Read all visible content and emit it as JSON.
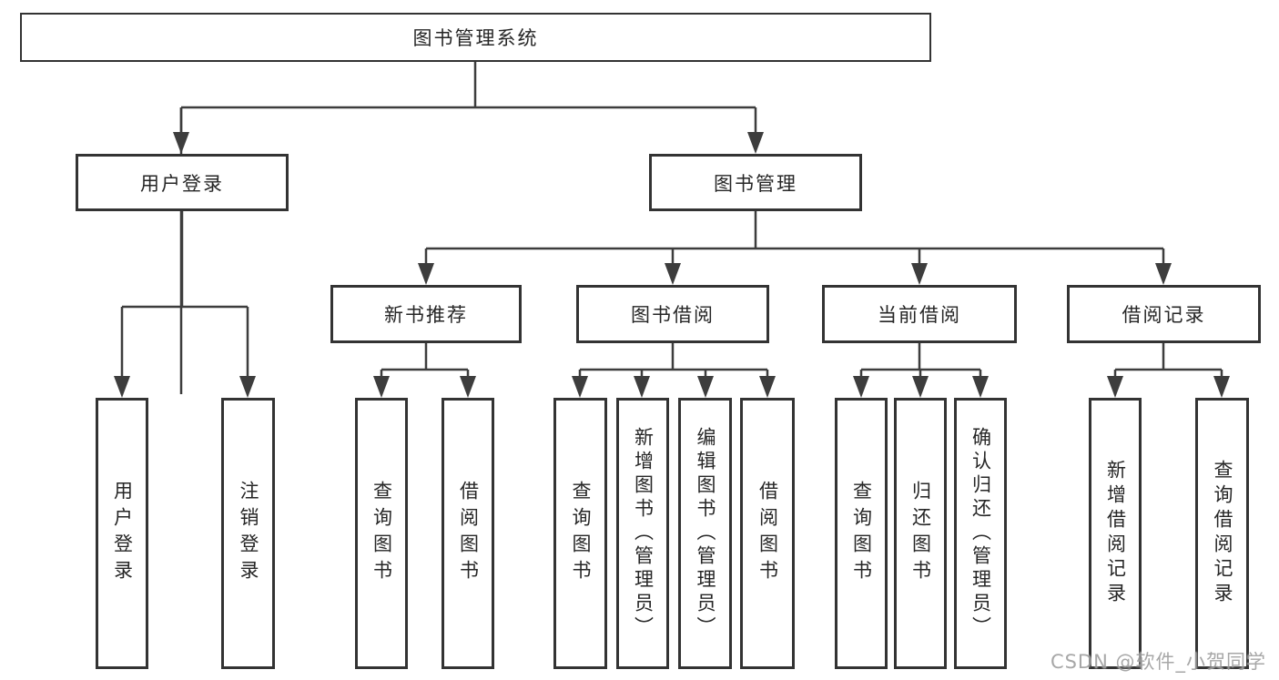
{
  "diagram": {
    "type": "hierarchy-tree",
    "root": {
      "label": "图书管理系统"
    },
    "branches": {
      "user_login": {
        "label": "用户登录",
        "children": [
          {
            "label": "用户登录"
          },
          {
            "label": "注销登录"
          }
        ]
      },
      "book_mgmt": {
        "label": "图书管理",
        "sections": {
          "new_book_rec": {
            "label": "新书推荐",
            "children": [
              {
                "label": "查询图书"
              },
              {
                "label": "借阅图书"
              }
            ]
          },
          "book_borrow": {
            "label": "图书借阅",
            "children": [
              {
                "label": "查询图书"
              },
              {
                "label": "新增图书（管理员）"
              },
              {
                "label": "编辑图书（管理员）"
              },
              {
                "label": "借阅图书"
              }
            ]
          },
          "current_borrow": {
            "label": "当前借阅",
            "children": [
              {
                "label": "查询图书"
              },
              {
                "label": "归还图书"
              },
              {
                "label": "确认归还（管理员）"
              }
            ]
          },
          "borrow_records": {
            "label": "借阅记录",
            "children": [
              {
                "label": "新增借阅记录"
              },
              {
                "label": "查询借阅记录"
              }
            ]
          }
        }
      }
    }
  },
  "watermark": "CSDN @软件_小贺同学",
  "colors": {
    "line": "#3d3d3d",
    "box_border": "#333333",
    "box_fill": "#ffffff",
    "text": "#262626",
    "watermark": "#9e9e9e",
    "background": "#ffffff"
  }
}
